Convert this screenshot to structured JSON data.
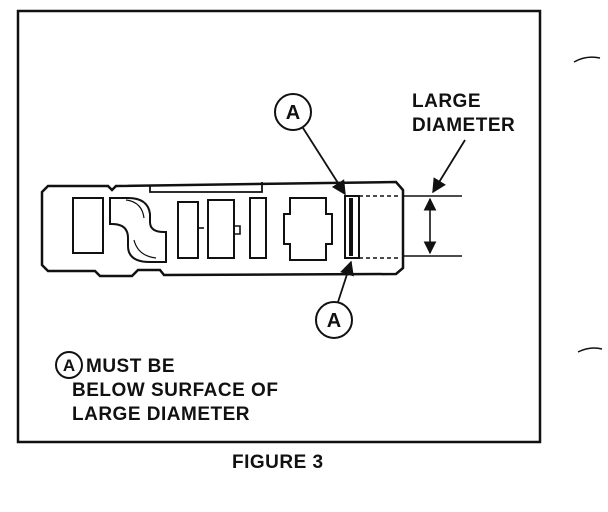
{
  "figure_caption": "FIGURE 3",
  "callout_letter": "A",
  "dimension_label": {
    "line1": "LARGE",
    "line2": "DIAMETER"
  },
  "note": {
    "line1": "MUST BE",
    "line2": "BELOW SURFACE OF",
    "line3": "LARGE DIAMETER"
  },
  "colors": {
    "ink": "#111111",
    "paper": "#ffffff"
  }
}
